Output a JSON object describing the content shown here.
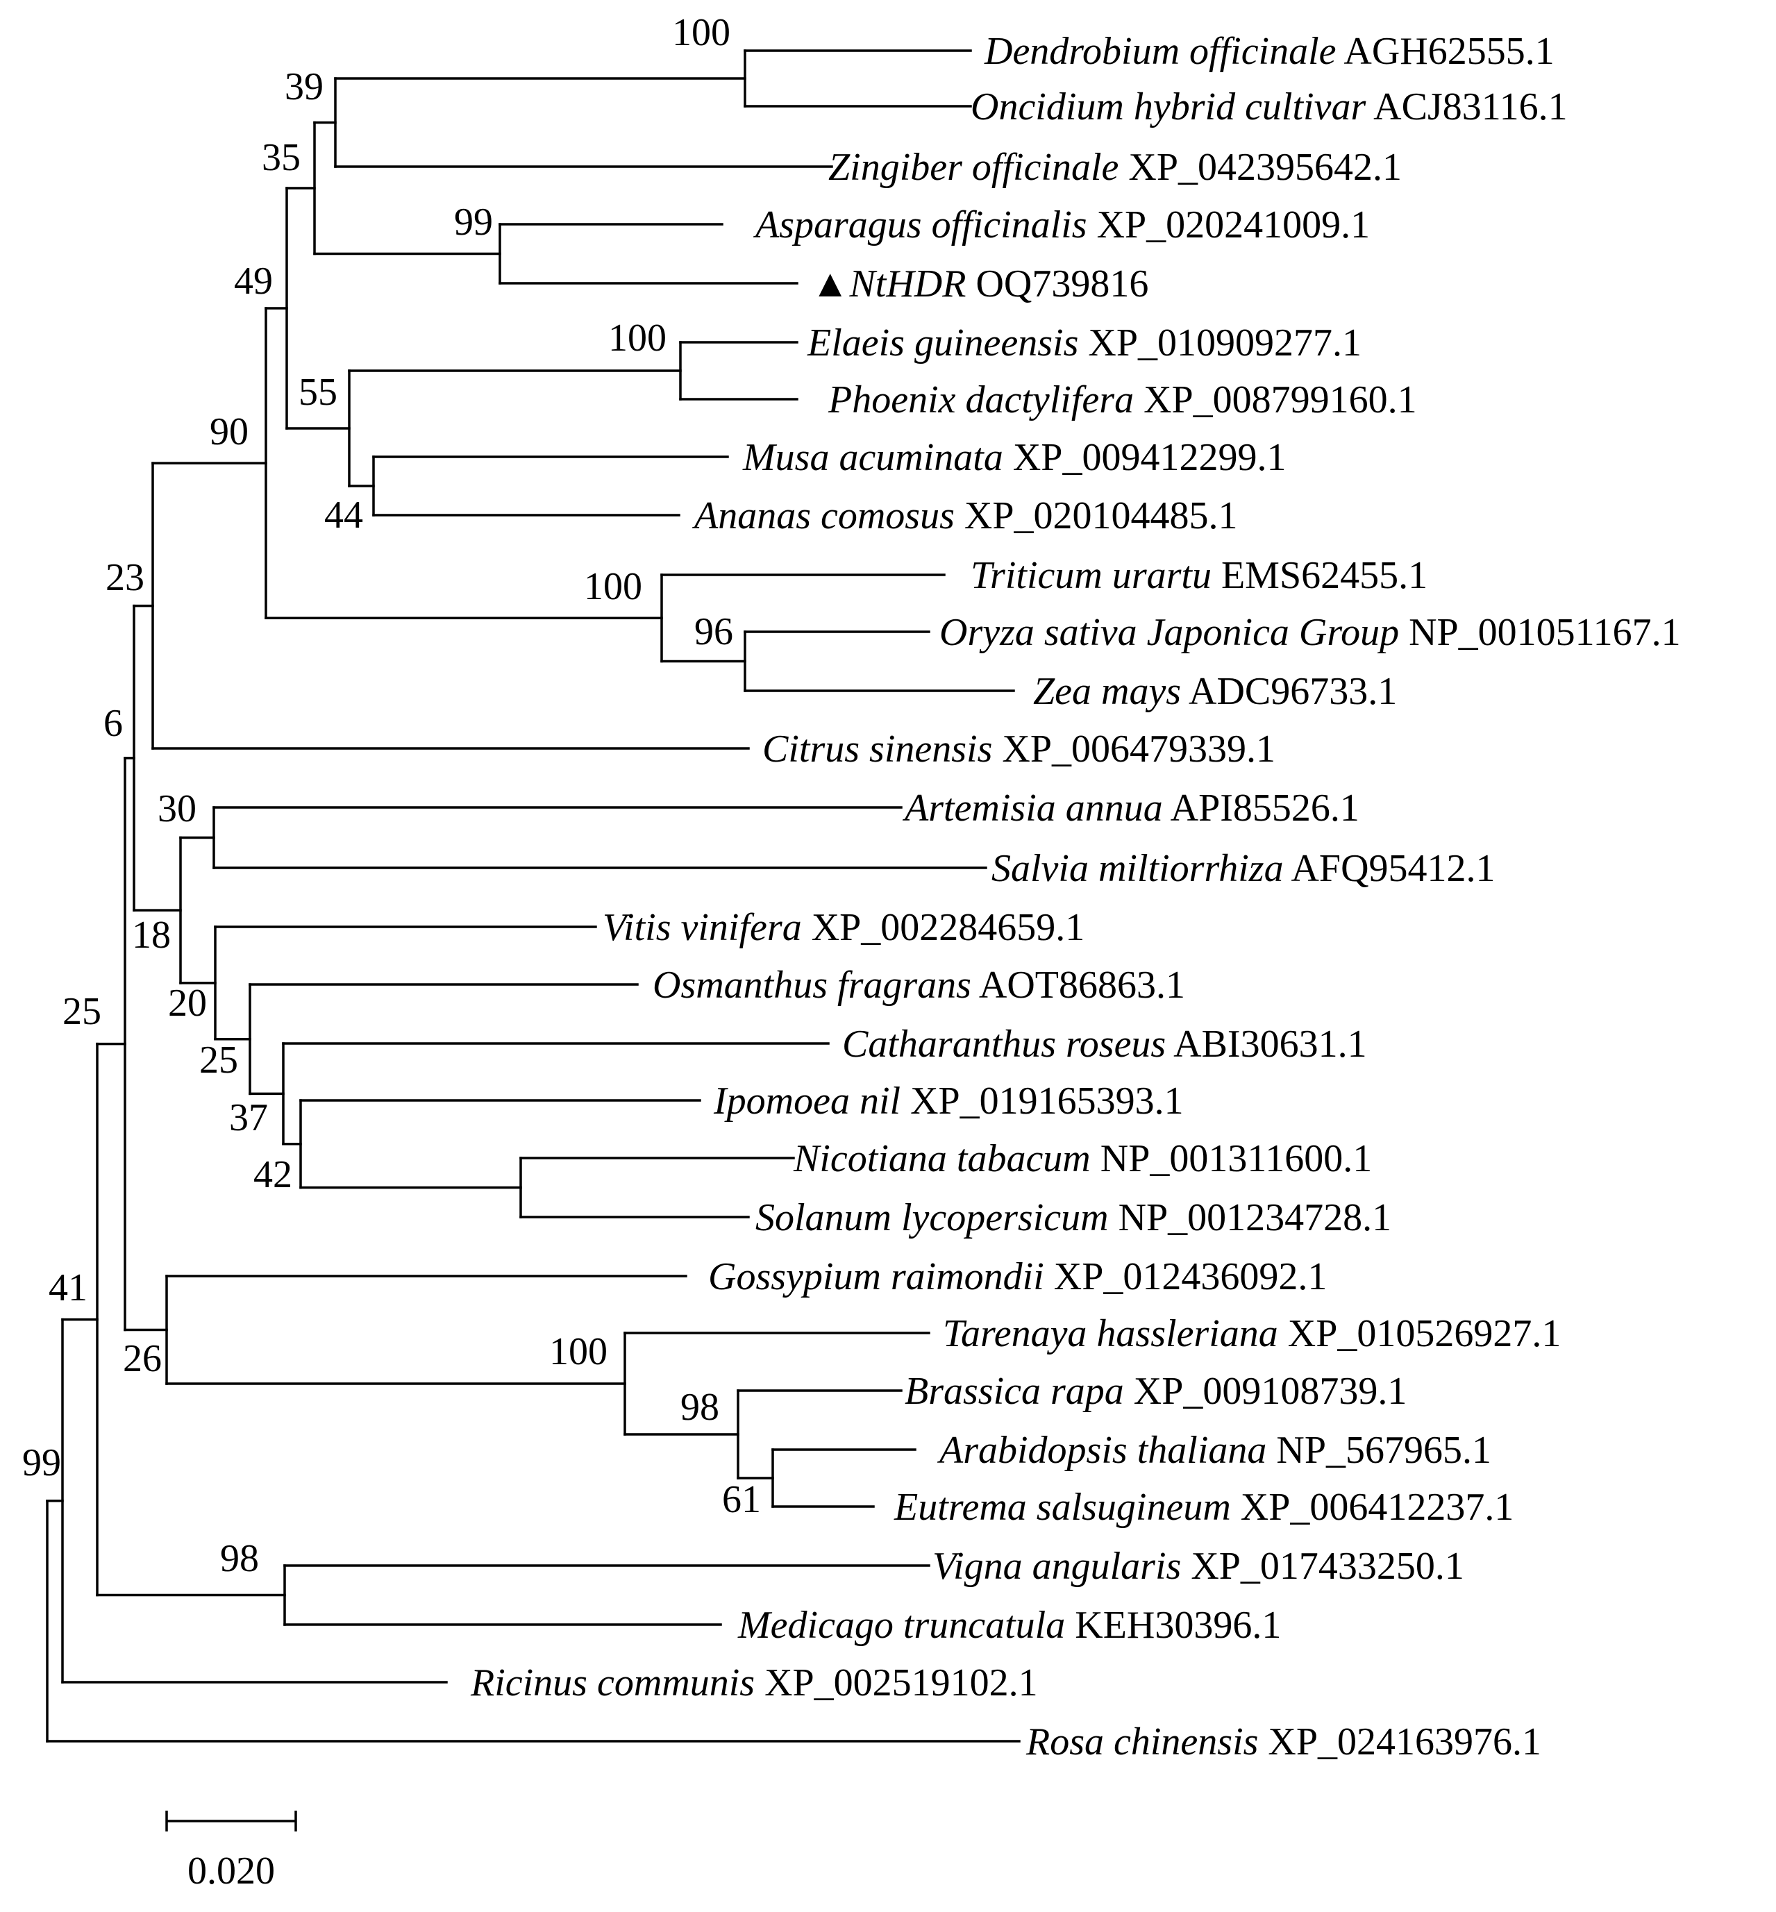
{
  "figure": {
    "type": "phylogenetic-tree"
  },
  "marker": {
    "icon": "filled-triangle-icon",
    "glyph": "▲",
    "color": "#000000"
  },
  "taxa": [
    {
      "id": "dendrobium",
      "species": "Dendrobium officinale",
      "accession": "AGH62555.1"
    },
    {
      "id": "oncidium",
      "species": "Oncidium hybrid cultivar",
      "accession": "ACJ83116.1"
    },
    {
      "id": "zingiber",
      "species": "Zingiber officinale",
      "accession": "XP_042395642.1"
    },
    {
      "id": "asparagus",
      "species": "Asparagus officinalis",
      "accession": "XP_020241009.1"
    },
    {
      "id": "nthdr",
      "species": "NtHDR",
      "accession": "OQ739816",
      "marker": true
    },
    {
      "id": "elaeis",
      "species": "Elaeis guineensis",
      "accession": "XP_010909277.1"
    },
    {
      "id": "phoenix",
      "species": "Phoenix dactylifera",
      "accession": "XP_008799160.1"
    },
    {
      "id": "musa",
      "species": "Musa acuminata",
      "accession": "XP_009412299.1"
    },
    {
      "id": "ananas",
      "species": "Ananas comosus",
      "accession": "XP_020104485.1"
    },
    {
      "id": "triticum",
      "species": "Triticum urartu",
      "accession": "EMS62455.1"
    },
    {
      "id": "oryza",
      "species": "Oryza sativa Japonica Group",
      "accession": "NP_001051167.1"
    },
    {
      "id": "zea",
      "species": "Zea mays",
      "accession": "ADC96733.1"
    },
    {
      "id": "citrus",
      "species": "Citrus sinensis",
      "accession": "XP_006479339.1"
    },
    {
      "id": "artemisia",
      "species": "Artemisia annua",
      "accession": "API85526.1"
    },
    {
      "id": "salvia",
      "species": "Salvia miltiorrhiza",
      "accession": "AFQ95412.1"
    },
    {
      "id": "vitis",
      "species": "Vitis vinifera",
      "accession": "XP_002284659.1"
    },
    {
      "id": "osmanthus",
      "species": "Osmanthus fragrans",
      "accession": "AOT86863.1"
    },
    {
      "id": "catharanthus",
      "species": "Catharanthus roseus",
      "accession": "ABI30631.1"
    },
    {
      "id": "ipomoea",
      "species": "Ipomoea nil",
      "accession": "XP_019165393.1"
    },
    {
      "id": "nicotiana",
      "species": "Nicotiana tabacum",
      "accession": "NP_001311600.1"
    },
    {
      "id": "solanum",
      "species": "Solanum lycopersicum",
      "accession": "NP_001234728.1"
    },
    {
      "id": "gossypium",
      "species": "Gossypium raimondii",
      "accession": "XP_012436092.1"
    },
    {
      "id": "tarenaya",
      "species": "Tarenaya hassleriana",
      "accession": "XP_010526927.1"
    },
    {
      "id": "brassica",
      "species": "Brassica rapa",
      "accession": "XP_009108739.1"
    },
    {
      "id": "arabidopsis",
      "species": "Arabidopsis thaliana",
      "accession": "NP_567965.1"
    },
    {
      "id": "eutrema",
      "species": "Eutrema salsugineum",
      "accession": "XP_006412237.1"
    },
    {
      "id": "vigna",
      "species": "Vigna angularis",
      "accession": "XP_017433250.1"
    },
    {
      "id": "medicago",
      "species": "Medicago truncatula",
      "accession": "KEH30396.1"
    },
    {
      "id": "ricinus",
      "species": "Ricinus communis",
      "accession": "XP_002519102.1"
    },
    {
      "id": "rosa",
      "species": "Rosa chinensis",
      "accession": "XP_024163976.1"
    }
  ],
  "bootstrap": [
    {
      "node": "n-dendro-oncid",
      "value": "100"
    },
    {
      "node": "n-orchid-zingiber",
      "value": "39"
    },
    {
      "node": "n-aspar-nthdr",
      "value": "99"
    },
    {
      "node": "n-clade-35",
      "value": "35"
    },
    {
      "node": "n-elaeis-phoenix",
      "value": "100"
    },
    {
      "node": "n-musa-ananas",
      "value": "44"
    },
    {
      "node": "n-clade-55",
      "value": "55"
    },
    {
      "node": "n-clade-49",
      "value": "49"
    },
    {
      "node": "n-oryza-zea",
      "value": "96"
    },
    {
      "node": "n-grasses",
      "value": "100"
    },
    {
      "node": "n-monocots",
      "value": "90"
    },
    {
      "node": "n-clade-23",
      "value": "23"
    },
    {
      "node": "n-artemisia-salvia",
      "value": "30"
    },
    {
      "node": "n-nicotiana-solanum",
      "value": "42"
    },
    {
      "node": "n-clade-37",
      "value": "37"
    },
    {
      "node": "n-clade-25a",
      "value": "25"
    },
    {
      "node": "n-clade-20",
      "value": "20"
    },
    {
      "node": "n-clade-18",
      "value": "18"
    },
    {
      "node": "n-clade-6",
      "value": "6"
    },
    {
      "node": "n-arabid-eutrema",
      "value": "61"
    },
    {
      "node": "n-brassicaceae",
      "value": "98"
    },
    {
      "node": "n-brassicales",
      "value": "100"
    },
    {
      "node": "n-clade-26",
      "value": "26"
    },
    {
      "node": "n-clade-25b",
      "value": "25"
    },
    {
      "node": "n-vigna-medicago",
      "value": "98"
    },
    {
      "node": "n-clade-41",
      "value": "41"
    },
    {
      "node": "n-clade-99",
      "value": "99"
    }
  ],
  "scale_bar": {
    "label": "0.020"
  }
}
